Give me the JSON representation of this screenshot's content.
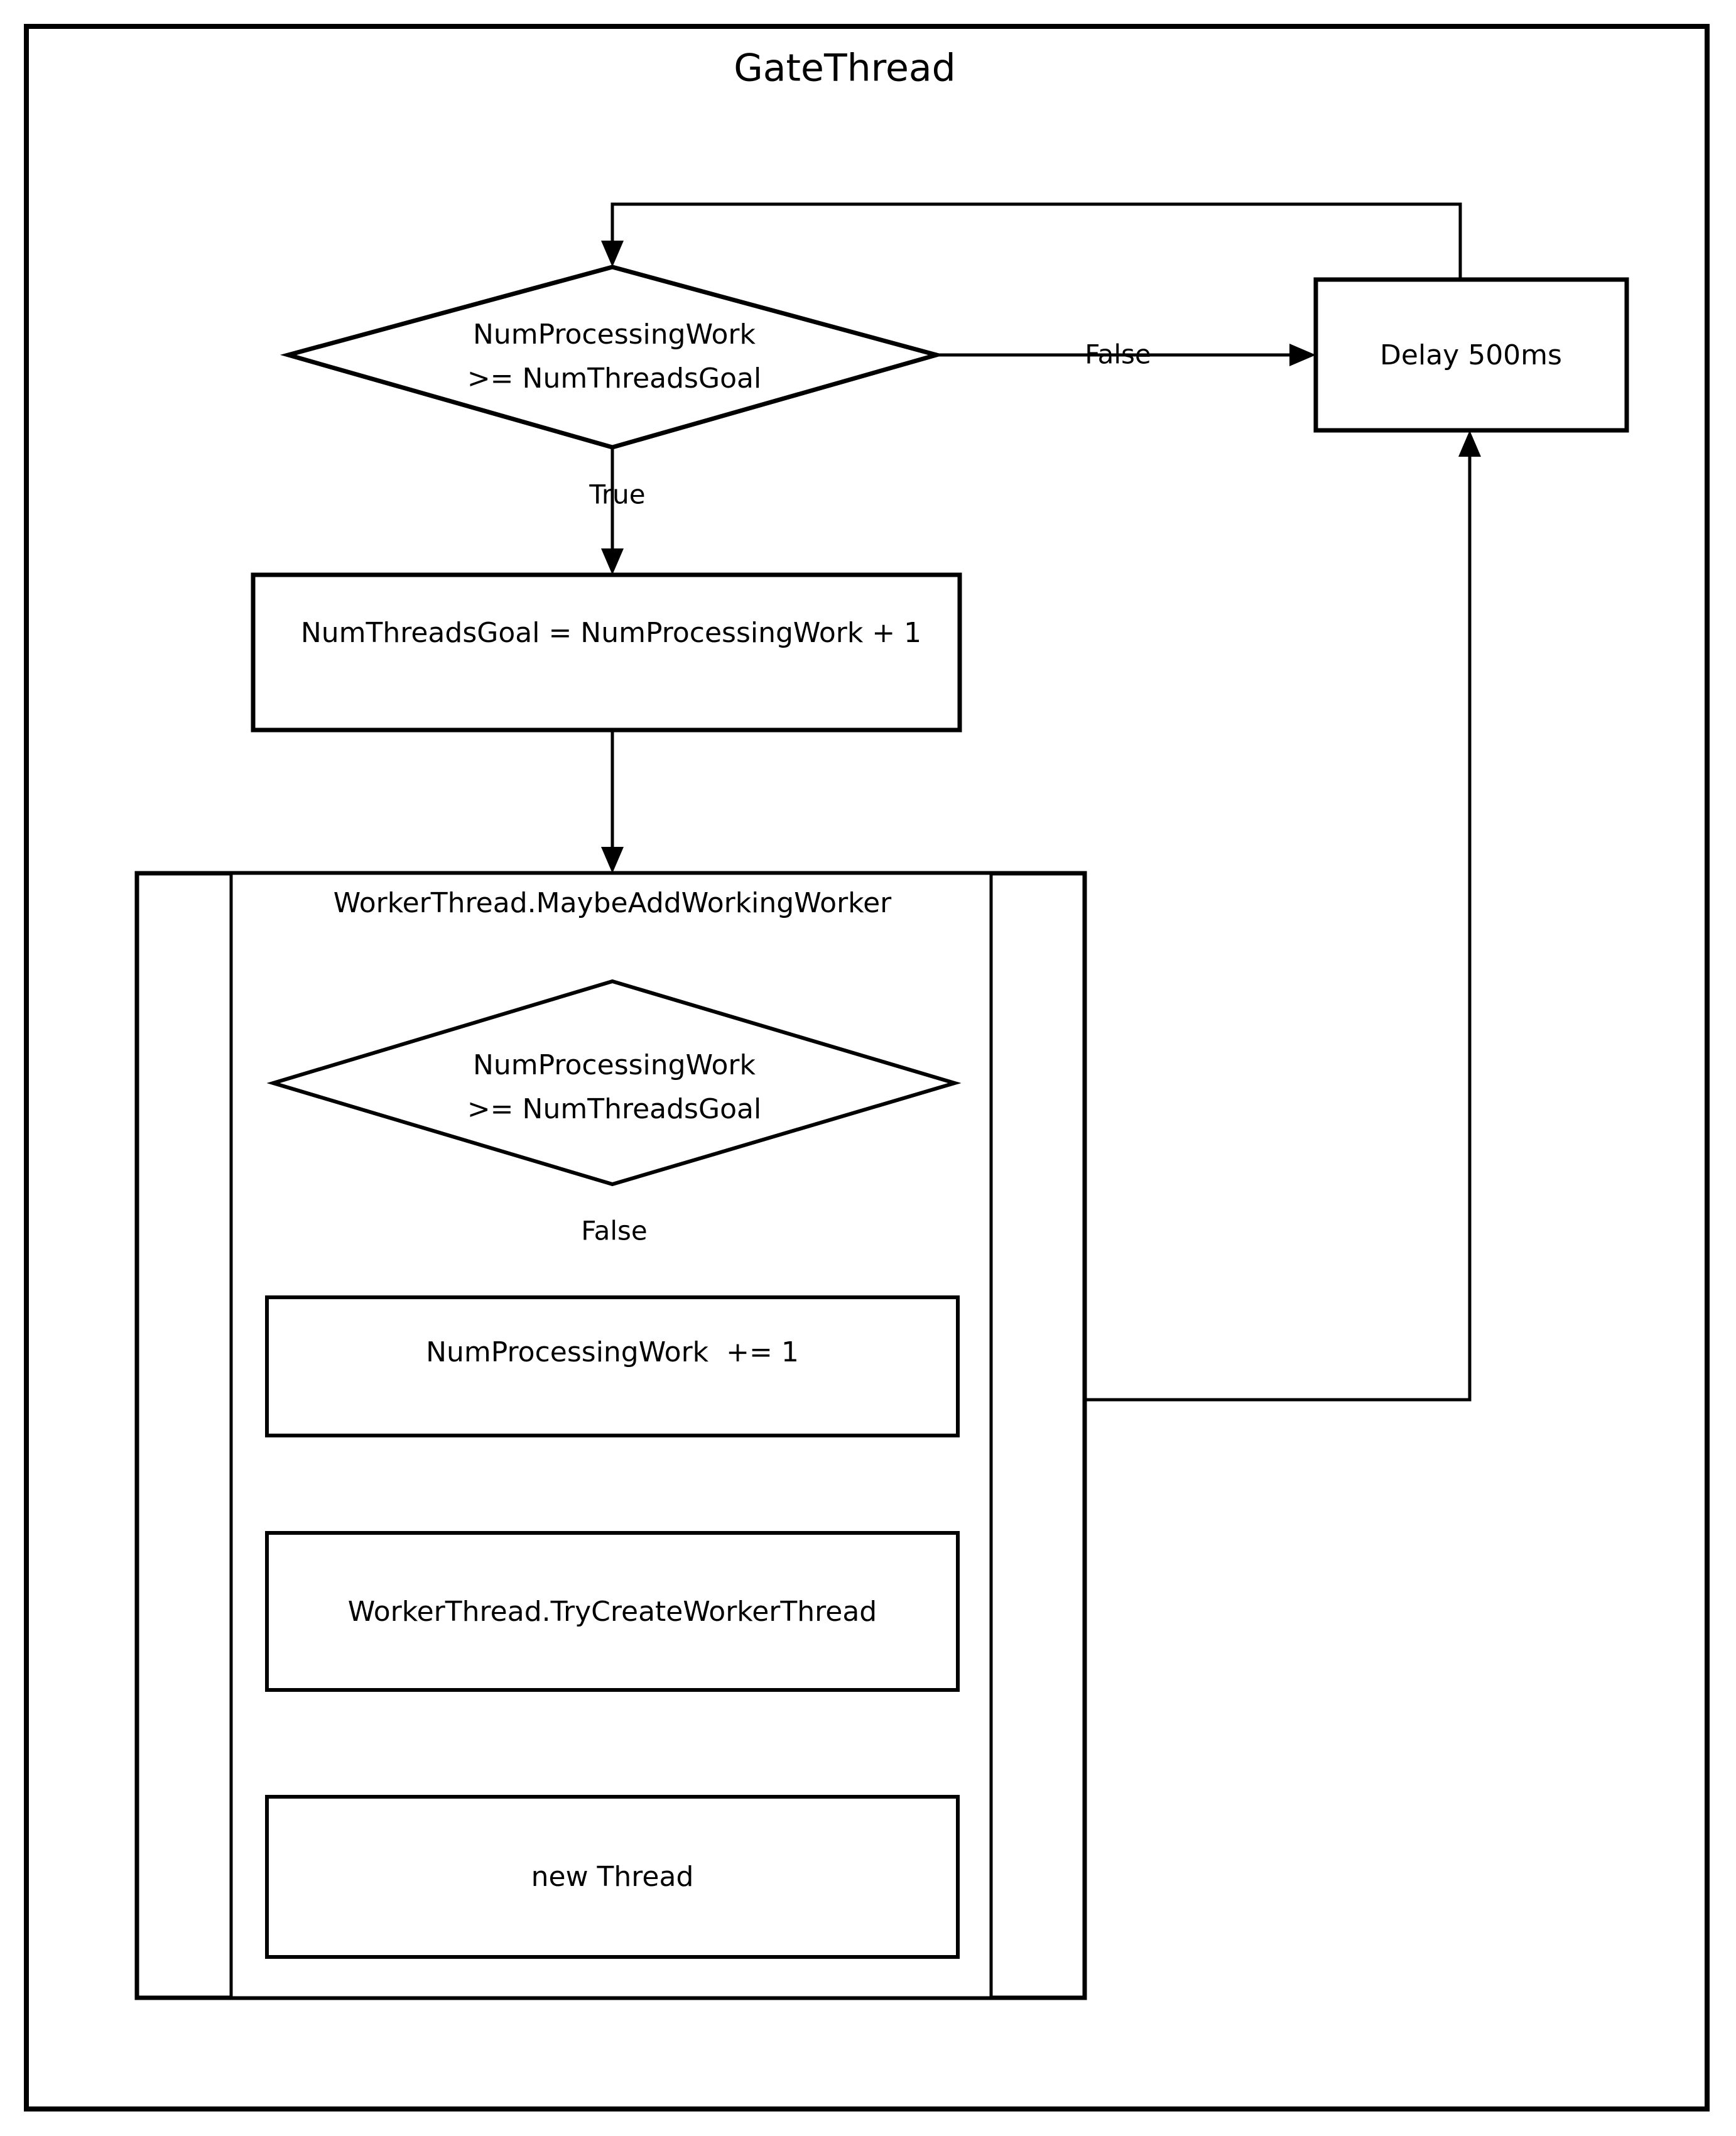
{
  "diagram": {
    "title": "GateThread",
    "type": "flowchart",
    "background_color": "#ffffff",
    "stroke_color": "#000000",
    "text_color": "#000000",
    "nodes": [
      {
        "id": "gate-decision",
        "shape": "diamond",
        "line1": "NumProcessingWork",
        "line2": ">= NumThreadsGoal"
      },
      {
        "id": "delay",
        "shape": "rectangle",
        "label": "Delay 500ms"
      },
      {
        "id": "set-threads-goal",
        "shape": "rectangle",
        "label": "NumThreadsGoal = NumProcessingWork + 1"
      },
      {
        "id": "maybe-add-working-worker",
        "shape": "subgraph",
        "label": "WorkerThread.MaybeAddWorkingWorker"
      },
      {
        "id": "inner-decision",
        "shape": "diamond",
        "line1": "NumProcessingWork",
        "line2": ">= NumThreadsGoal"
      },
      {
        "id": "increment-processing-work",
        "shape": "rectangle",
        "label": "NumProcessingWork  += 1"
      },
      {
        "id": "try-create-worker-thread",
        "shape": "rectangle",
        "label": "WorkerThread.TryCreateWorkerThread"
      },
      {
        "id": "new-thread",
        "shape": "rectangle",
        "label": "new Thread"
      }
    ],
    "edge_labels": {
      "gate_false": "False",
      "gate_true": "True",
      "inner_false": "False"
    }
  }
}
